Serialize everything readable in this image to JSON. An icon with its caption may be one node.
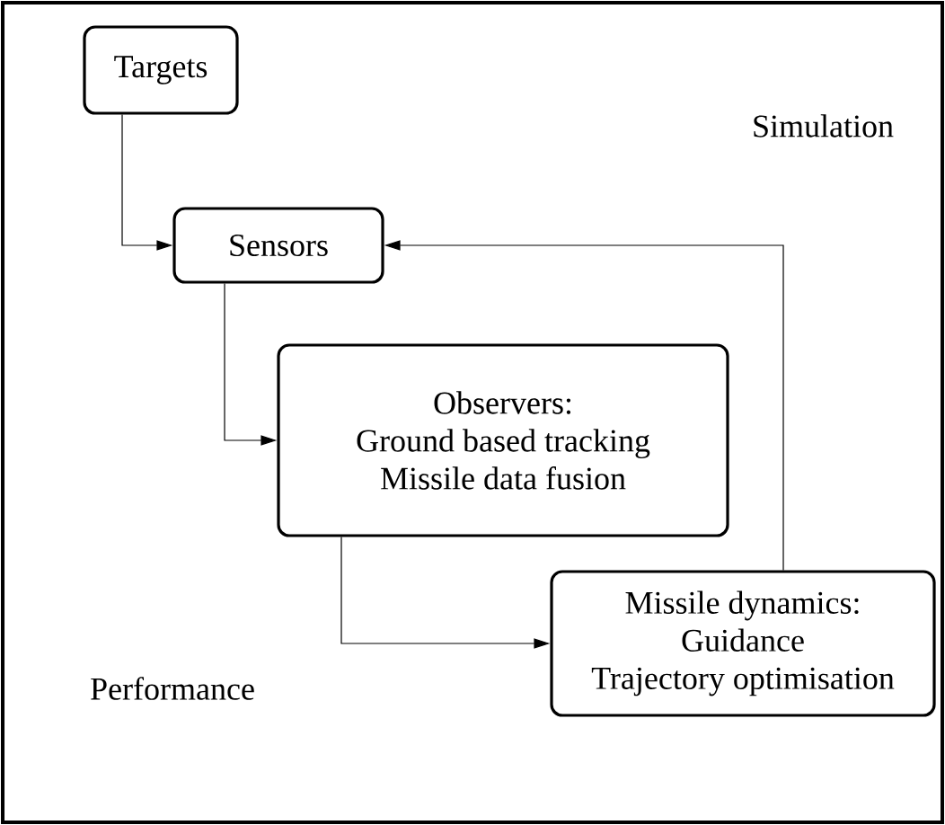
{
  "diagram": {
    "nodes": [
      {
        "text": [
          "Targets"
        ]
      },
      {
        "text": [
          "Sensors"
        ]
      },
      {
        "text": [
          "Observers:",
          "Ground based tracking",
          "Missile data fusion"
        ]
      },
      {
        "text": [
          "Missile dynamics:",
          "Guidance",
          "Trajectory optimisation"
        ]
      }
    ],
    "edges": [
      {
        "from": 0,
        "to": 1,
        "arrow": "to"
      },
      {
        "from": 1,
        "to": 2,
        "arrow": "to"
      },
      {
        "from": 2,
        "to": 3,
        "arrow": "to"
      },
      {
        "from": 3,
        "to": 1,
        "arrow": "to"
      }
    ],
    "labels": [
      "Simulation",
      "Performance"
    ]
  }
}
